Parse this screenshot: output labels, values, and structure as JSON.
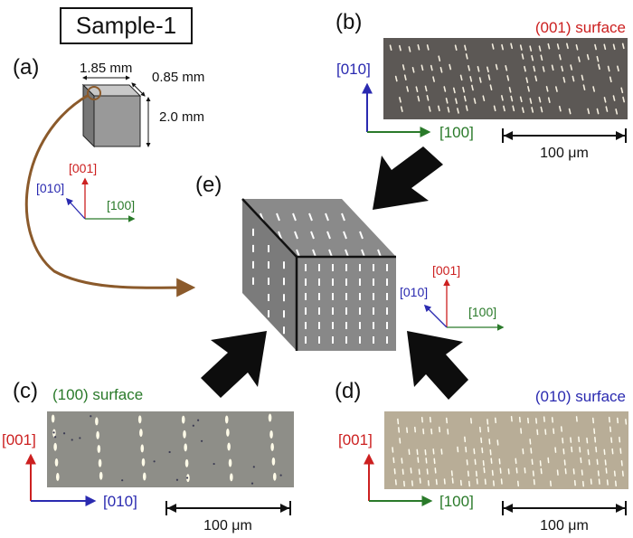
{
  "title": "Sample-1",
  "panels": {
    "a": "(a)",
    "b": "(b)",
    "c": "(c)",
    "d": "(d)",
    "e": "(e)"
  },
  "dimensions": {
    "width": "1.85 mm",
    "depth": "0.85 mm",
    "height": "2.0 mm"
  },
  "axes": {
    "x": "[100]",
    "y": "[010]",
    "z": "[001]"
  },
  "surfaces": {
    "b": "(001) surface",
    "c": "(100) surface",
    "d": "(010) surface"
  },
  "scale_bar": "100 μm",
  "colors": {
    "x": "#2a7a2a",
    "y": "#2a2ab0",
    "z": "#cc2020",
    "curve": "#8b5a2b"
  }
}
